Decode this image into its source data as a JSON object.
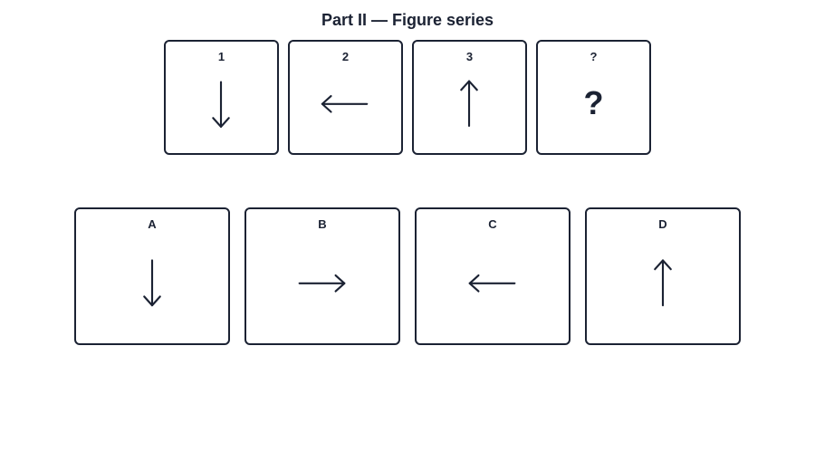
{
  "title": "Part II — Figure series",
  "sequence": [
    {
      "label": "1",
      "figure": "arrow-down"
    },
    {
      "label": "2",
      "figure": "arrow-left"
    },
    {
      "label": "3",
      "figure": "arrow-up"
    },
    {
      "label": "?",
      "figure": "question-mark",
      "glyph": "?"
    }
  ],
  "options": [
    {
      "label": "A",
      "figure": "arrow-down"
    },
    {
      "label": "B",
      "figure": "arrow-right"
    },
    {
      "label": "C",
      "figure": "arrow-left"
    },
    {
      "label": "D",
      "figure": "arrow-up"
    }
  ],
  "colors": {
    "ink": "#1b2233",
    "background": "#ffffff"
  }
}
